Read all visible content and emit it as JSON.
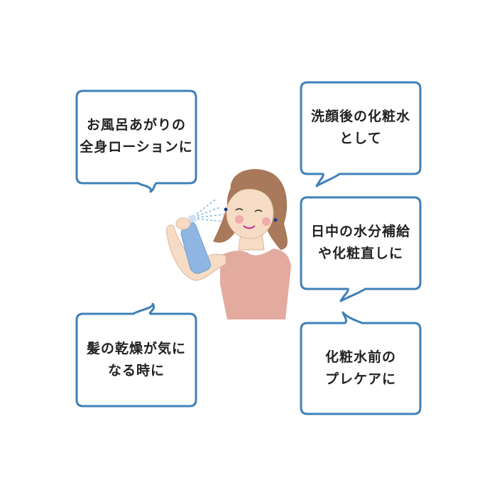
{
  "colors": {
    "bubble_border": "#3f80b8",
    "text": "#222222",
    "hair": "#a8795a",
    "skin": "#f6dcc4",
    "top": "#e3aba0",
    "bottle": "#8fb6e2"
  },
  "bubbles": [
    {
      "id": "after-bath",
      "lines": [
        "お風呂あがりの",
        "全身ローションに"
      ]
    },
    {
      "id": "after-wash",
      "lines": [
        "洗顔後の化粧水",
        "として"
      ]
    },
    {
      "id": "daytime",
      "lines": [
        "日中の水分補給",
        "や化粧直しに"
      ]
    },
    {
      "id": "hair",
      "lines": [
        "髪の乾燥が気に",
        "なる時に"
      ]
    },
    {
      "id": "pre-care",
      "lines": [
        "化粧水前の",
        "プレケアに"
      ]
    }
  ],
  "illustration": {
    "icon": "woman-spraying-mist-illustration"
  }
}
